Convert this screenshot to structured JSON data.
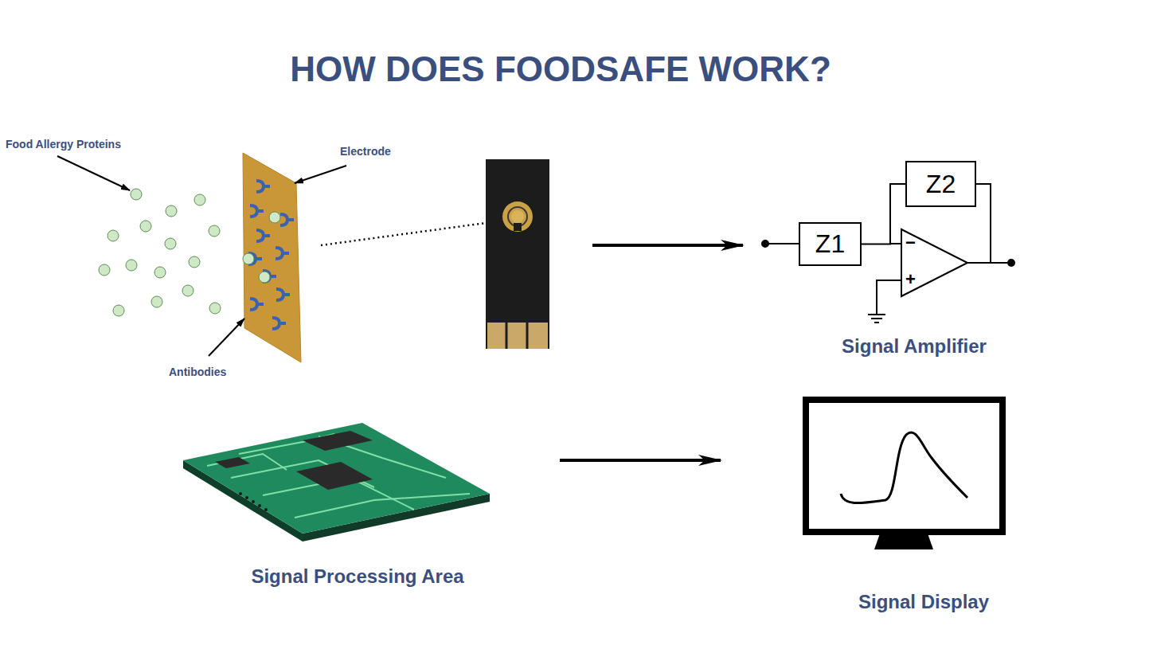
{
  "diagram": {
    "title": "HOW DOES FOODSAFE WORK?",
    "nodes": [
      {
        "text": [
          "Signal Amplifier"
        ]
      },
      {
        "text": [
          "Z1"
        ],
        "in": 0
      },
      {
        "text": [
          "Z2"
        ],
        "in": 0
      },
      {
        "text": [
          "Signal Processing Area"
        ]
      },
      {
        "text": [
          "Signal Display"
        ]
      }
    ],
    "edges": [
      {
        "from": 1,
        "to": 2,
        "arrow": "none"
      },
      {
        "from": 3,
        "to": 4,
        "arrow": "to"
      }
    ],
    "labels": [
      "Food Allergy Proteins",
      "Electrode",
      "Antibodies",
      "−",
      "+"
    ]
  }
}
